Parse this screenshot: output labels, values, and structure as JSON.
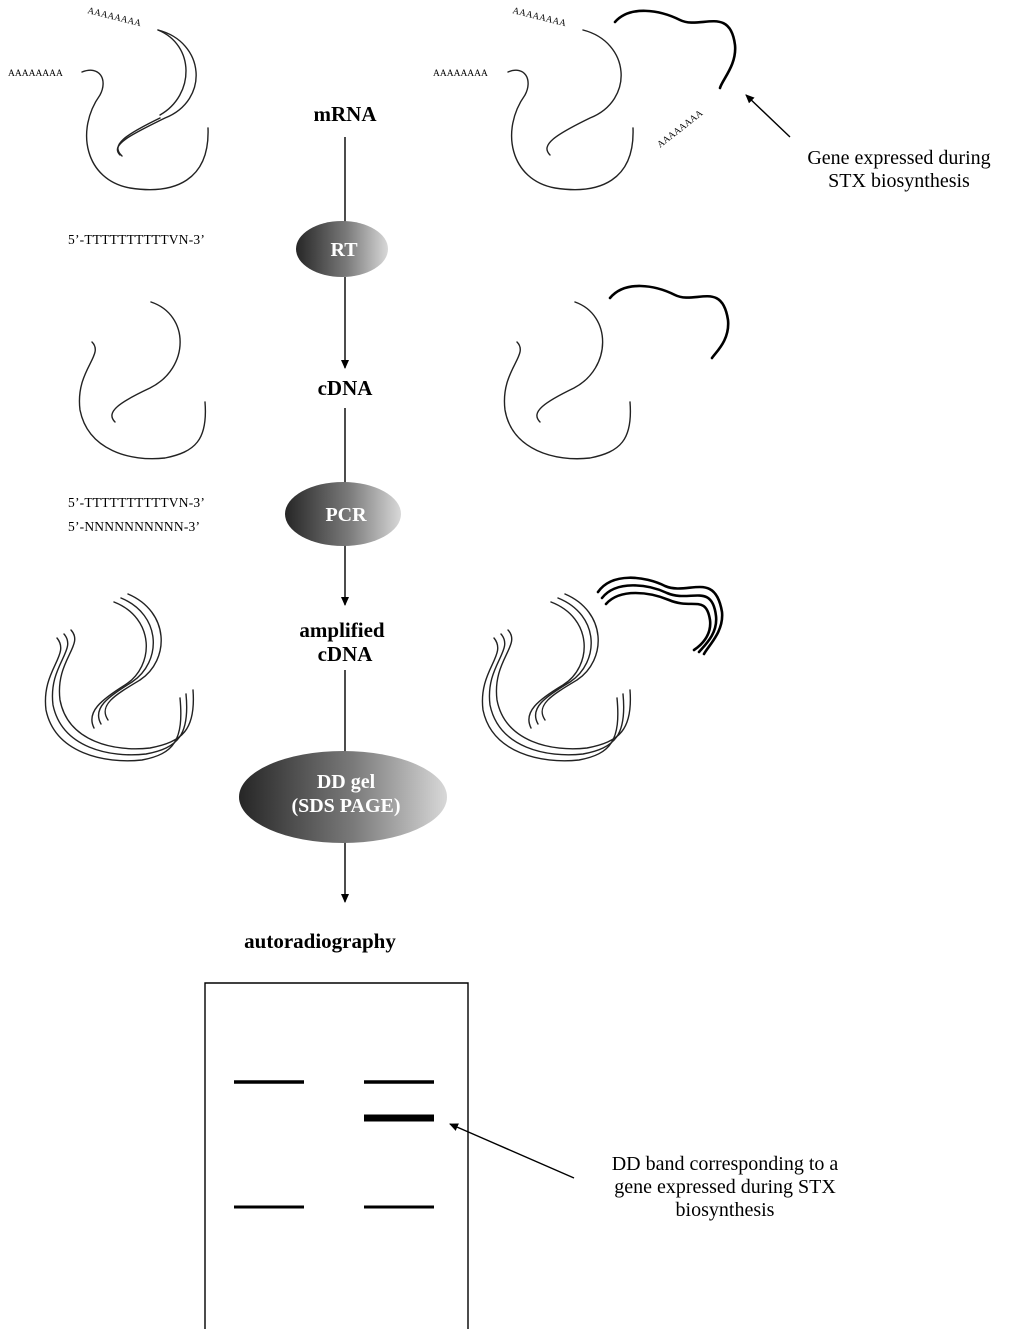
{
  "steps": {
    "mrna": "mRNA",
    "rt": "RT",
    "cdna": "cDNA",
    "pcr": "PCR",
    "amplified_line1": "amplified",
    "amplified_line2": "cDNA",
    "dd_line1": "DD gel",
    "dd_line2": "(SDS PAGE)",
    "autoradiography": "autoradiography"
  },
  "primers": {
    "rt_primer": "5’-TTTTTTTTTTVN-3’",
    "pcr_primer_1": "5’-TTTTTTTTTTVN-3’",
    "pcr_primer_2": "5’-NNNNNNNNNN-3’"
  },
  "poly_a": {
    "tail_1": "AAAAAAAA",
    "tail_2": "AAAAAAAA",
    "tail_3": "AAAAAAAA",
    "tail_4": "AAAAAAAA",
    "tail_5": "AAAAAAAA"
  },
  "annotations": {
    "gene_line1": "Gene expressed during",
    "gene_line2": "STX biosynthesis",
    "band_line1": "DD band corresponding to a",
    "band_line2": "gene expressed during STX",
    "band_line3": "biosynthesis"
  },
  "colors": {
    "ellipse_dark": "#2a2a2a",
    "ellipse_light": "#d4d4d4",
    "line": "#000000"
  }
}
